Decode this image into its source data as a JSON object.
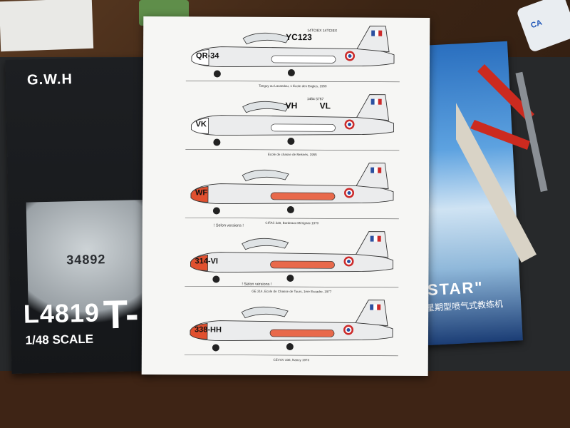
{
  "box_left": {
    "brand": "G.W.H",
    "kit_number": "L4819",
    "scale": "1/48 SCALE",
    "title_fragment": "T-",
    "serial": "34892"
  },
  "box_right": {
    "title": "STAR\"",
    "subtitle_cn": "星期型喷气式教练机"
  },
  "decal_sheet": {
    "profiles": [
      {
        "codes": [
          "QR-34",
          "YC123"
        ],
        "tail_code": "14TCIEX 14TCIEX",
        "caption": "Tanguy au Lavandou, 1 Ecole des Eagles, 1959",
        "colors": {
          "nose": "#ffffff",
          "band": "#ffffff"
        }
      },
      {
        "codes": [
          "VK",
          "VH",
          "VL"
        ],
        "tail_code": "1464  5767",
        "caption": "Ecole de chasse de Meknès, 1955",
        "colors": {
          "nose": "#ffffff",
          "band": "#ffffff"
        }
      },
      {
        "codes": [
          "WF"
        ],
        "tail_code": "",
        "caption": "CIFAS 328, Bordeaux-Mérignac 1970",
        "colors": {
          "nose": "#e0502f",
          "band": "#e8694b"
        }
      },
      {
        "codes": [
          "314-VI"
        ],
        "tail_code": "",
        "caption": "GE 314, Ecole de Chasse de Tours, 1ère Escadre, 1977",
        "notes": [
          "! Selon versions !",
          "! Selon versions !"
        ],
        "colors": {
          "nose": "#e0502f",
          "band": "#e8694b"
        }
      },
      {
        "codes": [
          "338-HH"
        ],
        "tail_code": "",
        "caption": "CEVSV 338, Nancy 1973",
        "colors": {
          "nose": "#e0502f",
          "band": "#e8694b"
        }
      }
    ],
    "roundel_colors": {
      "outer": "#cc2a2a",
      "middle": "#ffffff",
      "inner": "#2b4fa0"
    }
  },
  "tools": {
    "glue_label": "CA"
  }
}
